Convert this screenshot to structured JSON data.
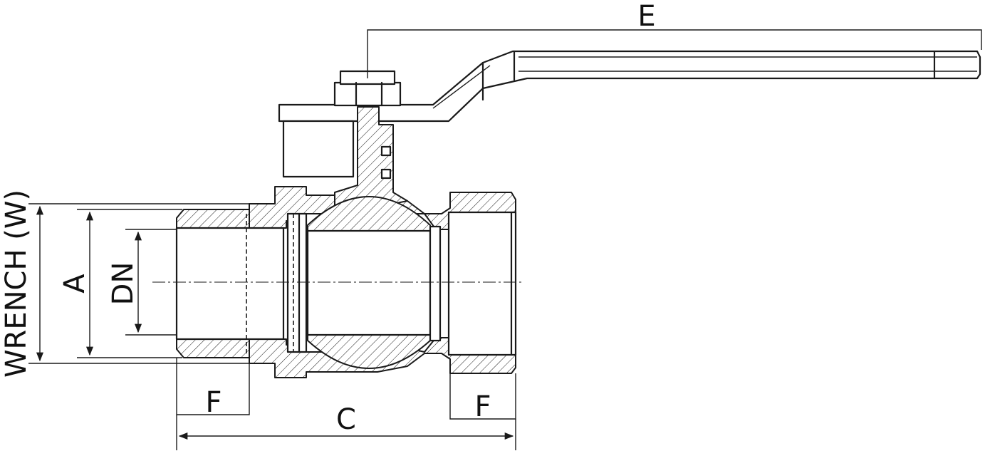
{
  "dimensions": {
    "E": "E",
    "A": "A",
    "DN": "DN",
    "wrench": "WRENCH (W)",
    "F_left": "F",
    "F_right": "F",
    "C": "C"
  },
  "colors": {
    "line": "#1a1a1a",
    "background": "#ffffff"
  }
}
